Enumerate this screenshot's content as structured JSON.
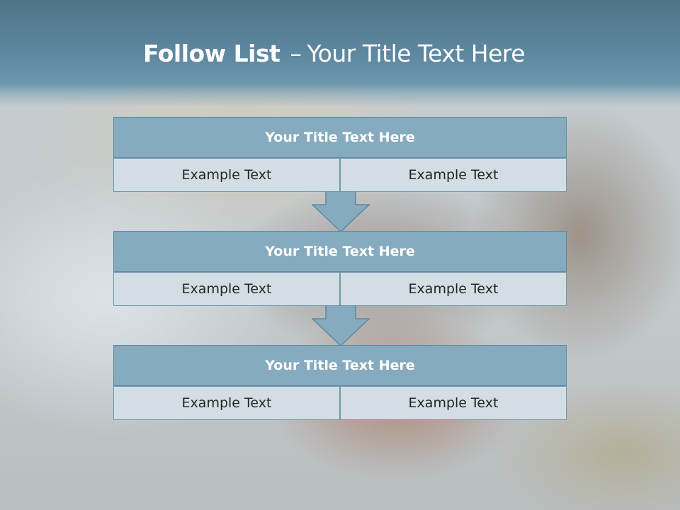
{
  "slide": {
    "title_bold": "Follow List",
    "title_separator": "–",
    "title_rest": "Your Title Text Here"
  },
  "blocks": [
    {
      "title": "Your Title Text Here",
      "left": "Example Text",
      "right": "Example Text"
    },
    {
      "title": "Your Title Text Here",
      "left": "Example Text",
      "right": "Example Text"
    },
    {
      "title": "Your Title Text Here",
      "left": "Example Text",
      "right": "Example Text"
    }
  ],
  "colors": {
    "header": "#5f8aa2",
    "block_title": "#86abbe",
    "cell": "#d3dee4",
    "arrow": "#86abbe"
  }
}
